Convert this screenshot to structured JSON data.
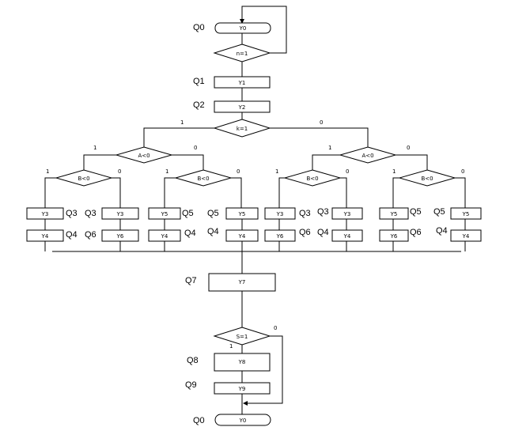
{
  "top": {
    "start_state": "Q0",
    "start_box": "Y0",
    "decision_n": "n=1",
    "q1": "Q1",
    "y1": "Y1",
    "q2": "Q2",
    "y2": "Y2",
    "decision_k": "k=1",
    "k_yes": "1",
    "k_no": "0"
  },
  "left": {
    "decision_a": "A<0",
    "a_yes": "1",
    "a_no": "0",
    "sub1": {
      "decision_b": "B<0",
      "b_yes": "1",
      "b_no": "0",
      "col_a": {
        "box1": "Y3",
        "state1": "Q3",
        "box2": "Y4",
        "state2": "Q4"
      },
      "col_b": {
        "state1": "Q3",
        "box1": "Y3",
        "state2": "Q6",
        "box2": "Y6"
      }
    },
    "sub2": {
      "decision_b": "B<0",
      "b_yes": "1",
      "b_no": "0",
      "col_a": {
        "box1": "Y5",
        "state1": "Q5",
        "box2": "Y4",
        "state2": "Q4"
      },
      "col_b": {
        "state1": "Q5",
        "box1": "Y5",
        "state2": "Q4",
        "box2": "Y4"
      }
    }
  },
  "right": {
    "decision_a": "A<0",
    "a_yes": "1",
    "a_no": "0",
    "sub1": {
      "decision_b": "B<0",
      "b_yes": "1",
      "b_no": "0",
      "col_a": {
        "box1": "Y3",
        "state1": "Q3",
        "box2": "Y6",
        "state2": "Q6"
      },
      "col_b": {
        "state1": "Q3",
        "box1": "Y3",
        "state2": "Q4",
        "box2": "Y4"
      }
    },
    "sub2": {
      "decision_b": "B<0",
      "b_yes": "1",
      "b_no": "0",
      "col_a": {
        "box1": "Y5",
        "state1": "Q5",
        "box2": "Y6",
        "state2": "Q6"
      },
      "col_b": {
        "state1": "Q5",
        "box1": "Y5",
        "state2": "Q4",
        "box2": "Y4"
      }
    }
  },
  "bottom": {
    "q7": "Q7",
    "y7": "Y7",
    "decision_s": "S=1",
    "s_yes": "1",
    "s_no": "0",
    "q8": "Q8",
    "y8": "Y8",
    "q9": "Q9",
    "y9": "Y9",
    "end_state": "Q0",
    "end_box": "Y0"
  }
}
